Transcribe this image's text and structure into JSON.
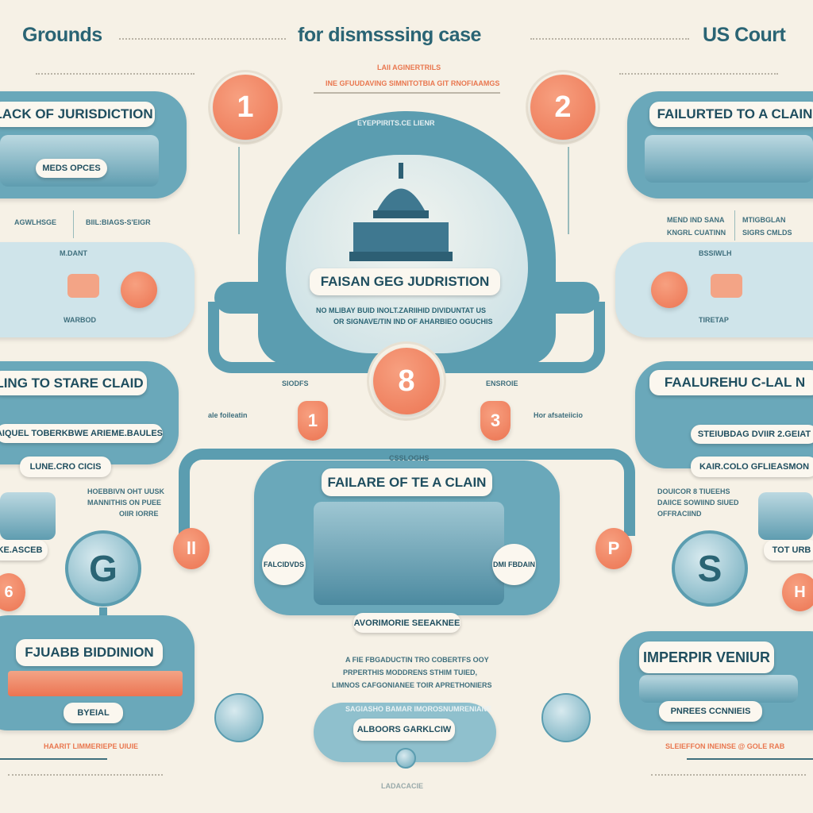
{
  "header": {
    "left": "Grounds",
    "center": "for dismsssing case",
    "right": "US Court"
  },
  "top_notes": {
    "line1": "LAII AGINERTRILS",
    "line2": "INE GFUUDAVING SIMNITOTBIA GIT RNOFIAAMGS"
  },
  "numbers": {
    "one": "1",
    "two": "2",
    "eight": "8",
    "small_one": "1",
    "small_three": "3",
    "left_mid": "ll",
    "right_mid": "P",
    "left_low": "6",
    "right_low": "H"
  },
  "left_top": {
    "title": "LACK OF JURISDICTION",
    "sub": "MEDS OPCES",
    "note_a": "AGWLHSGE",
    "note_b": "BIIL:BIAGS-S'EIGR",
    "tag": "M.DANT",
    "caption": "WARBOD"
  },
  "right_top": {
    "title": "FAILURTED TO A CLAIN",
    "note_a1": "MEND IND SANA",
    "note_a2": "KNGRL CUATINN",
    "note_b1": "MTIGBGLAN",
    "note_b2": "SIGRS CMLDS",
    "tag": "BSSIWLH",
    "caption": "TIRETAP"
  },
  "center_top": {
    "arch_label": "EYEPPIRITS.CE LIENR",
    "title": "FAISAN GEG JUDRISTION",
    "desc1": "NO MLIBAY BUID INOLT.ZARIIHID DIVIDUNTAT US",
    "desc2": "OR SIGNAVE/TIN IND OF AHARBIEO OGUCHIS",
    "left_label": "SIODFS",
    "right_label": "ENSROIE"
  },
  "left_mid": {
    "title": "LING TO STARE CLAID",
    "sub1": "AIQUEL TOBERKBWE ARIEME.BAULES",
    "sub2": "LUNE.CRO CICIS",
    "side": "KE.ASCEB",
    "note": "ale foileatin",
    "text1": "HOEBBIVN OHT UUSK",
    "text2": "MANNITHIS ON PUEE",
    "text3": "OIIR IORRE"
  },
  "right_mid": {
    "title": "FAALUREHU C-LAL N",
    "sub1": "STEIUBDAG DVIIR 2.GEIAT",
    "sub2": "KAIR.COLO GFLIEASMON",
    "side": "TOT URB",
    "note": "Hor afsateiicio",
    "text1": "DOUICOR 8 TIUEEHS",
    "text2": "DAIICE SOWIIND SIUED",
    "text3": "OFFRACIIND"
  },
  "center_low": {
    "label": "CSSLOGHS",
    "title": "FAILARE OF TE A CLAIN",
    "left_pill": "FALCIDVDS",
    "right_pill": "DMI FBDAIN",
    "bottom_pill": "AVORIMORIE SEEAKNEE",
    "text1": "A FIE FBGADUCTIN TRO COBERTFS OOY",
    "text2": "PRPERTHIS MODDRENS STHIM TUIED,",
    "text3": "LIMNOS CAFGONIANEE TOIR APRETHONIERS",
    "bottom_label": "SAGIASHO BAMAR IMOROSNUMRENIANE",
    "bottom_title": "ALBOORS GARKLCIW",
    "footer": "LADACACIE"
  },
  "left_bottom": {
    "title": "FJUABB BIDDINION",
    "sub": "BYEIAL",
    "caption": "HAARIT LIMMERIEPE UIUIE"
  },
  "right_bottom": {
    "title": "IMPERPIR VENIUR",
    "sub": "PNREES CCNNIEIS",
    "caption": "SLEIEFFON INEINSE @ GOLE RAB"
  },
  "colors": {
    "background": "#f6f1e6",
    "teal": "#5b9db0",
    "orange": "#ec7452",
    "text": "#1f4e5f"
  }
}
